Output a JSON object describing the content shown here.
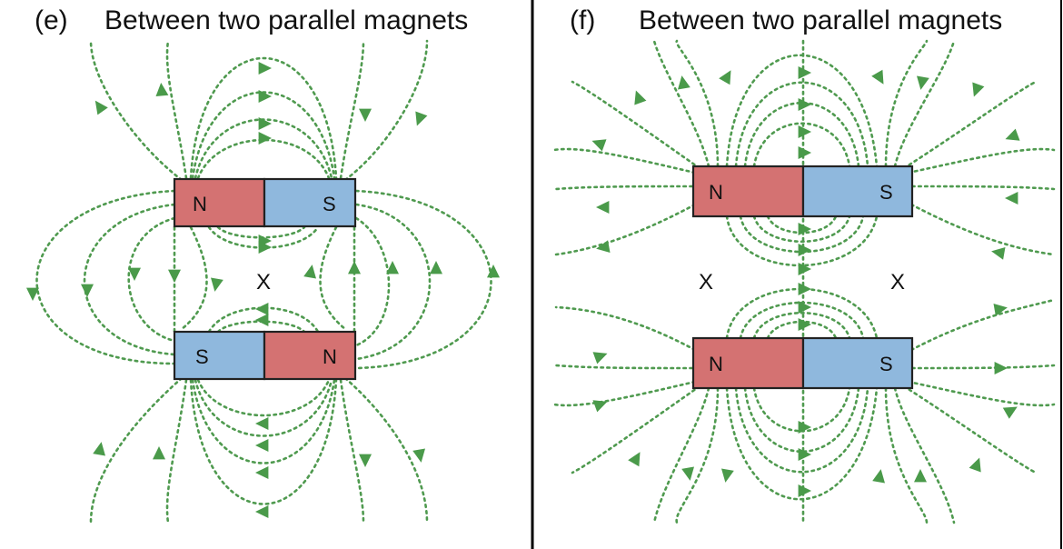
{
  "colors": {
    "field_line": "#4f9a4f",
    "arrow": "#4a9a4a",
    "north": "#d47272",
    "south": "#8fb8dd",
    "frame": "#000000"
  },
  "panels": [
    {
      "id": "e",
      "tag": "(e)",
      "title": "Between two parallel magnets",
      "magnets": [
        {
          "left_label": "N",
          "right_label": "S",
          "left_pole": "north",
          "right_pole": "south"
        },
        {
          "left_label": "S",
          "right_label": "N",
          "left_pole": "south",
          "right_pole": "north"
        }
      ],
      "null_points": [
        "X"
      ]
    },
    {
      "id": "f",
      "tag": "(f)",
      "title": "Between two parallel magnets",
      "magnets": [
        {
          "left_label": "N",
          "right_label": "S",
          "left_pole": "north",
          "right_pole": "south"
        },
        {
          "left_label": "N",
          "right_label": "S",
          "left_pole": "north",
          "right_pole": "south"
        }
      ],
      "null_points": [
        "X",
        "X"
      ]
    }
  ]
}
